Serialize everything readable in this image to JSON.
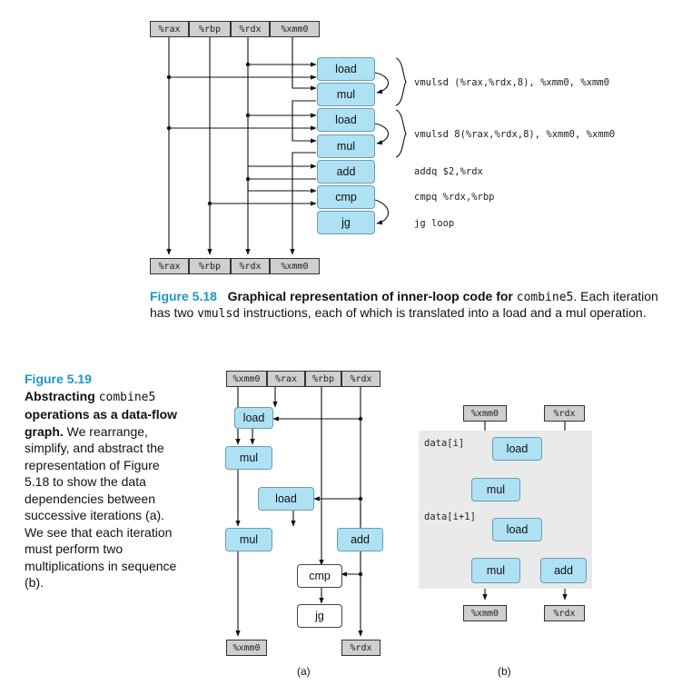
{
  "fig18": {
    "regs_top": [
      "%rax",
      "%rbp",
      "%rdx",
      "%xmm0"
    ],
    "regs_bottom": [
      "%rax",
      "%rbp",
      "%rdx",
      "%xmm0"
    ],
    "ops": [
      "load",
      "mul",
      "load",
      "mul",
      "add",
      "cmp",
      "jg"
    ],
    "asm": [
      "vmulsd (%rax,%rdx,8), %xmm0, %xmm0",
      "vmulsd 8(%rax,%rdx,8), %xmm0, %xmm0",
      "addq $2,%rdx",
      "cmpq %rdx,%rbp",
      "jg loop"
    ],
    "caption": {
      "number": "Figure 5.18",
      "title": "Graphical representation of inner-loop code for ",
      "code": "combine5",
      "rest": ". Each iteration has two ",
      "code2": "vmulsd",
      "rest2": " instructions, each of which is translated into a load and a mul operation."
    }
  },
  "fig19": {
    "caption": {
      "number": "Figure 5.19",
      "bold1": "Abstracting ",
      "code": "combine5",
      "bold2": " operations as a data-flow graph.",
      "text": " We rearrange, simplify, and abstract the representation of Figure 5.18 to show the data dependencies between successive iterations (a). We see that each iteration must perform two multiplications in sequence (b)."
    },
    "a": {
      "regs_top": [
        "%xmm0",
        "%rax",
        "%rbp",
        "%rdx"
      ],
      "ops": [
        "load",
        "mul",
        "load",
        "mul",
        "add",
        "cmp",
        "jg"
      ],
      "regs_bottom": [
        "%xmm0",
        "%rdx"
      ],
      "label": "(a)"
    },
    "b": {
      "regs_top": [
        "%xmm0",
        "%rdx"
      ],
      "data_labels": [
        "data[i]",
        "data[i+1]"
      ],
      "ops": [
        "load",
        "mul",
        "load",
        "mul",
        "add"
      ],
      "regs_bottom": [
        "%xmm0",
        "%rdx"
      ],
      "label": "(b)"
    }
  }
}
